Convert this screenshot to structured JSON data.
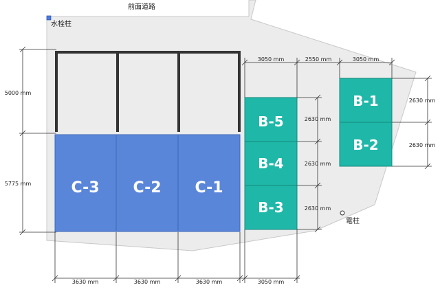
{
  "road_label": "前面道路",
  "hydrant_label": "水栓柱",
  "pole_label": "電柱",
  "colors": {
    "lot": "#ececec",
    "c_slot": "#5a86d9",
    "b_slot": "#1fb7a8",
    "frame": "#333333"
  },
  "slots": {
    "c3": "C-3",
    "c2": "C-2",
    "c1": "C-1",
    "b5": "B-5",
    "b4": "B-4",
    "b3": "B-3",
    "b1": "B-1",
    "b2": "B-2"
  },
  "dims": {
    "top_w1": "3050 mm",
    "top_w2": "2550 mm",
    "top_w3": "3050 mm",
    "left_h1": "5000 mm",
    "left_h2": "5775 mm",
    "b_h1": "2630 mm",
    "b_h2": "2630 mm",
    "b_h3": "2630 mm",
    "br_h1": "2630 mm",
    "br_h2": "2630 mm",
    "bot_w1": "3630 mm",
    "bot_w2": "3630 mm",
    "bot_w3": "3630 mm",
    "bot_w4": "3050 mm"
  }
}
